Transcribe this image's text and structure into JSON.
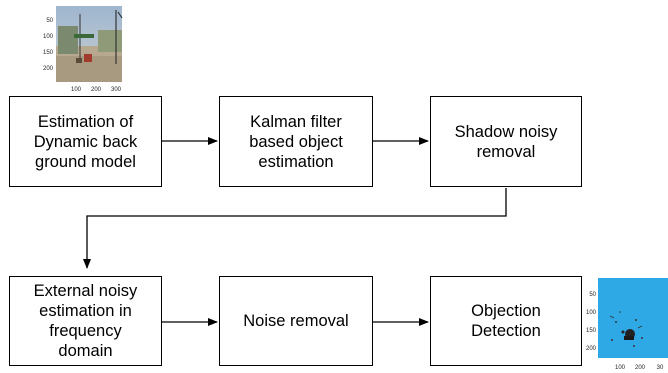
{
  "boxes": {
    "b1": "Estimation of\nDynamic back\nground model",
    "b2": "Kalman filter\nbased object\nestimation",
    "b3": "Shadow noisy\nremoval",
    "b4": "External noisy\nestimation in\nfrequency\ndomain",
    "b5": "Noise removal",
    "b6": "Objection\nDetection"
  },
  "input_image": {
    "y_ticks": [
      "50",
      "100",
      "150",
      "200"
    ],
    "x_ticks": [
      "100",
      "200",
      "300"
    ]
  },
  "output_image": {
    "y_ticks": [
      "50",
      "100",
      "150",
      "200"
    ],
    "x_ticks": [
      "100",
      "200",
      "30"
    ]
  },
  "colors": {
    "output_bg": "#2fa8e6",
    "line": "#000000"
  }
}
